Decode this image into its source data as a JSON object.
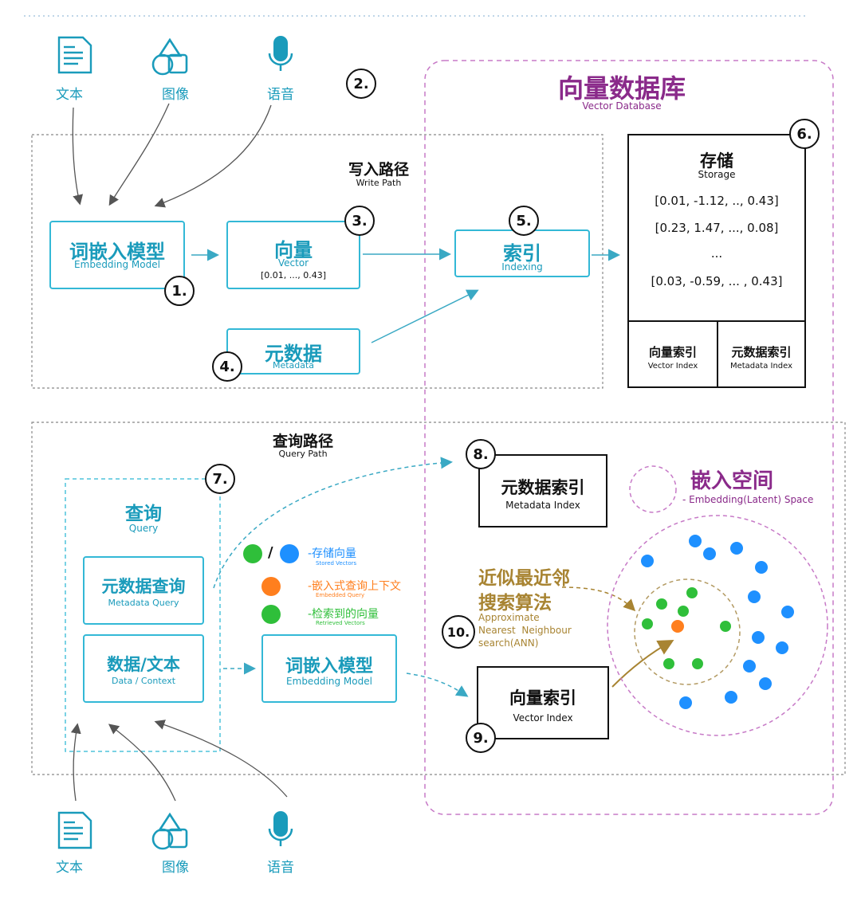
{
  "modalities_top": [
    "文本",
    "图像",
    "语音"
  ],
  "modalities_bottom": [
    "文本",
    "图像",
    "语音"
  ],
  "vector_db": {
    "title": "向量数据库",
    "subtitle": "Vector Database"
  },
  "write_path": {
    "title": "写入路径",
    "subtitle": "Write Path"
  },
  "query_path": {
    "title": "查询路径",
    "subtitle": "Query Path"
  },
  "embedding_model_write": {
    "zh": "词嵌入模型",
    "en": "Embedding Model"
  },
  "vector_node": {
    "zh": "向量",
    "en": "Vector",
    "value": "[0.01, ..., 0.43]"
  },
  "metadata_node": {
    "zh": "元数据",
    "en": "Metadata"
  },
  "indexing_node": {
    "zh": "索引",
    "en": "Indexing"
  },
  "storage": {
    "zh": "存储",
    "en": "Storage",
    "rows": [
      "[0.01, -1.12, .., 0.43]",
      "[0.23, 1.47, ..., 0.08]",
      "...",
      "[0.03, -0.59, ... , 0.43]"
    ],
    "vector_index": {
      "zh": "向量索引",
      "en": "Vector Index"
    },
    "metadata_index": {
      "zh": "元数据索引",
      "en": "Metadata Index"
    }
  },
  "query_group": {
    "zh": "查询",
    "en": "Query",
    "metadata_query": {
      "zh": "元数据查询",
      "en": "Metadata Query"
    },
    "data_context": {
      "zh": "数据/文本",
      "en": "Data / Context"
    }
  },
  "embedding_model_query": {
    "zh": "词嵌入模型",
    "en": "Embedding Model"
  },
  "metadata_index_node": {
    "zh": "元数据索引",
    "en": "Metadata Index"
  },
  "vector_index_node": {
    "zh": "向量索引",
    "en": "Vector Index"
  },
  "embedding_space": {
    "zh": "嵌入空间",
    "en": "- Embedding(Latent) Space"
  },
  "legend": {
    "slash": "/",
    "stored": {
      "zh": "-存储向量",
      "en": "Stored Vectors"
    },
    "query": {
      "zh": "-嵌入式查询上下文",
      "en": "Embedded Query"
    },
    "retrieved": {
      "zh": "-检索到的向量",
      "en": "Retrieved Vectors"
    }
  },
  "ann": {
    "zh1": "近似最近邻",
    "zh2": "搜索算法",
    "en1": "Approximate",
    "en2": "Nearest  Neighbour",
    "en3": "search(ANN)"
  },
  "steps": [
    "1.",
    "2.",
    "3.",
    "4.",
    "5.",
    "6.",
    "7.",
    "8.",
    "9.",
    "10."
  ],
  "colors": {
    "teal": "#1a9bbb",
    "box_border": "#33b8d6",
    "purple": "#8a2a8a",
    "stored_blue": "#1e90ff",
    "query_orange": "#ff7f1e",
    "retrieved_green": "#2fbf3a",
    "ann_gold": "#a88432"
  }
}
